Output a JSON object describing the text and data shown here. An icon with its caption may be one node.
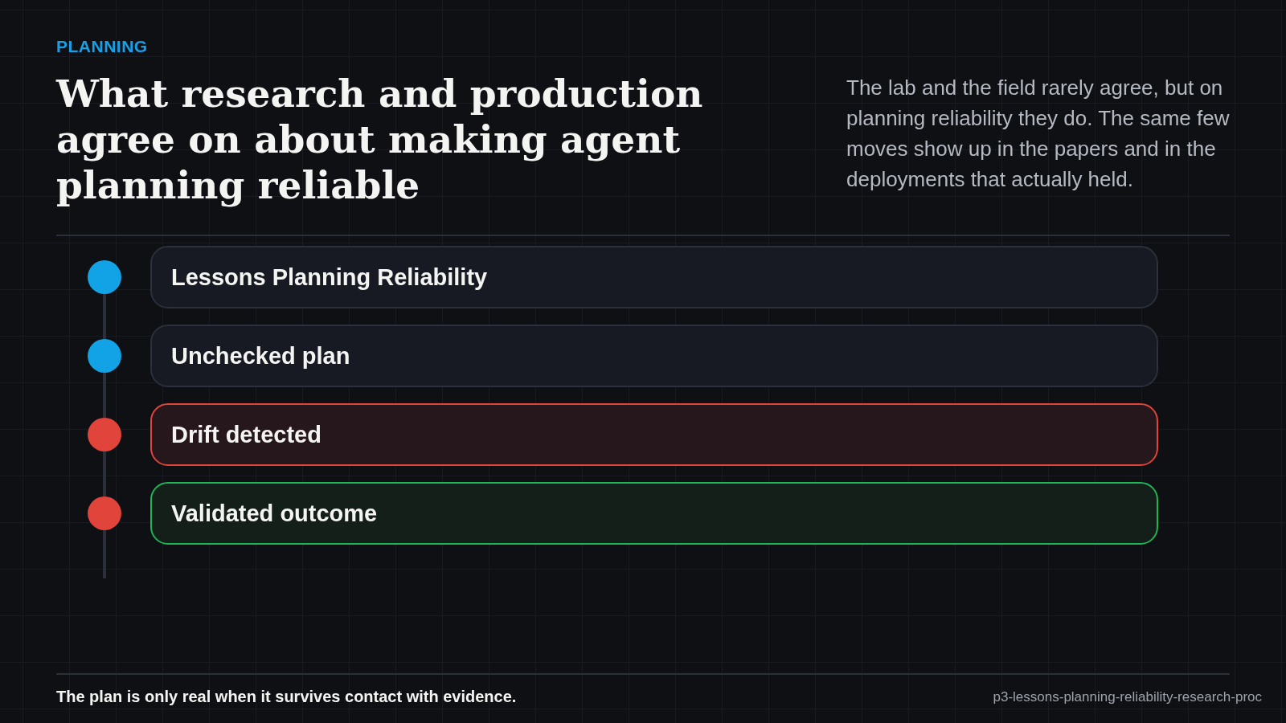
{
  "diagram": {
    "title": "What research and production agree on about making agent planning reliable",
    "caption": "The plan is only real when it survives contact with evidence.",
    "nodes": [
      {
        "text": [],
        "shape": "circle"
      },
      {
        "text": [
          "Lessons Planning Reliability"
        ]
      },
      {
        "text": [],
        "shape": "circle"
      },
      {
        "text": [
          "Unchecked plan"
        ]
      },
      {
        "text": [],
        "shape": "circle"
      },
      {
        "text": [
          "Drift detected"
        ]
      },
      {
        "text": [],
        "shape": "circle"
      },
      {
        "text": [
          "Validated outcome"
        ]
      }
    ],
    "edges": [
      {
        "from": 0,
        "to": 2,
        "arrow": "none"
      },
      {
        "from": 2,
        "to": 4,
        "arrow": "none"
      },
      {
        "from": 4,
        "to": 6,
        "arrow": "none"
      },
      {
        "from": 6,
        "to": null,
        "arrow": "none"
      }
    ],
    "labels": [
      "PLANNING",
      "The lab and the field rarely agree, but on planning reliability they do. The same few moves show up in the papers and in the deployments that actually held.",
      "p3-lessons-planning-reliability-research-proc"
    ]
  }
}
